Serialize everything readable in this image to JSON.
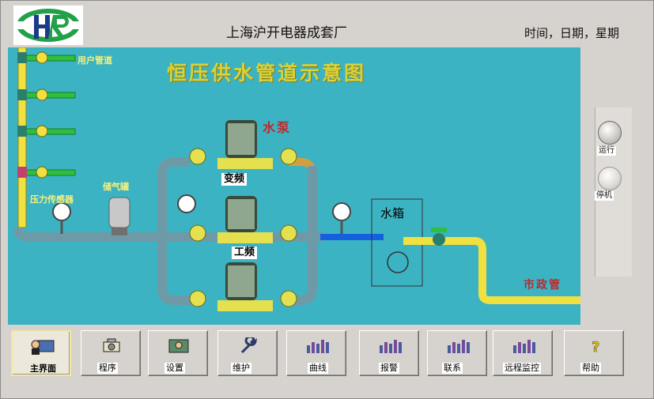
{
  "header": {
    "logo_text": "HR",
    "company_name": "上海沪开电器成套厂",
    "datetime_label": "时间，日期，星期"
  },
  "diagram": {
    "title": "恒压供水管道示意图",
    "labels": {
      "user_pipe": "用户管道",
      "pressure_sensor": "压力传感器",
      "accumulator": "储气罐",
      "water_pump": "水泵",
      "variable_freq": "变频",
      "power_freq": "工频",
      "water_tank": "水箱",
      "municipal": "市政管"
    }
  },
  "side_panel": {
    "run_label": "运行",
    "stop_label": "停机"
  },
  "toolbar": {
    "buttons": [
      {
        "label": "主界面",
        "icon": "operator-screen-icon"
      },
      {
        "label": "程序",
        "icon": "program-icon"
      },
      {
        "label": "设置",
        "icon": "settings-icon"
      },
      {
        "label": "维护",
        "icon": "wrench-icon"
      },
      {
        "label": "曲线",
        "icon": "bar-chart-icon"
      },
      {
        "label": "报警",
        "icon": "bar-chart-icon"
      },
      {
        "label": "联系",
        "icon": "bar-chart-icon"
      },
      {
        "label": "远程监控",
        "icon": "bar-chart-icon"
      },
      {
        "label": "帮助",
        "icon": "help-icon"
      }
    ]
  },
  "colors": {
    "canvas": "#3cb3c2",
    "pipe_steel": "#6e9aa8",
    "pipe_yellow": "#f0e040",
    "pipe_green": "#2fbf3f",
    "water_blue": "#1660e0",
    "title_yellow": "#d8d23a"
  }
}
